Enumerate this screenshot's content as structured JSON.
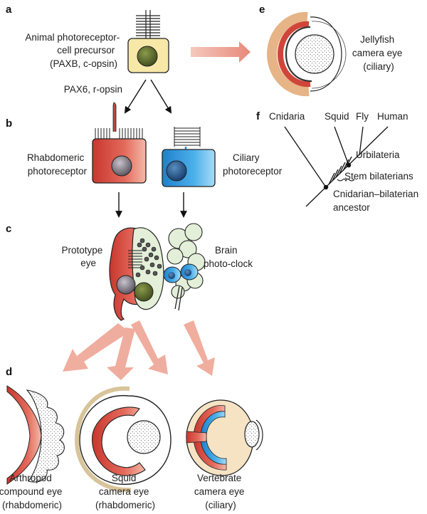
{
  "panels": {
    "a": {
      "letter": "a",
      "precursor_label": [
        "Animal photoreceptor-",
        "cell precursor",
        "(PAXB, c-opsin)"
      ],
      "branch_label": "PAX6, r-opsin"
    },
    "b": {
      "letter": "b",
      "rhabdomeric_label": [
        "Rhabdomeric",
        "photoreceptor"
      ],
      "ciliary_label": [
        "Ciliary",
        "photoreceptor"
      ]
    },
    "c": {
      "letter": "c",
      "prototype_label": [
        "Prototype",
        "eye"
      ],
      "brain_label": [
        "Brain",
        "photo-clock"
      ]
    },
    "d": {
      "letter": "d",
      "arthropod_label": [
        "Arthropod",
        "compound eye",
        "(rhabdomeric)"
      ],
      "squid_label": [
        "Squid",
        "camera eye",
        "(rhabdomeric)"
      ],
      "vertebrate_label": [
        "Vertebrate",
        "camera eye",
        "(ciliary)"
      ]
    },
    "e": {
      "letter": "e",
      "jellyfish_label": [
        "Jellyfish",
        "camera eye",
        "(ciliary)"
      ]
    },
    "f": {
      "letter": "f",
      "taxa": [
        "Cnidaria",
        "Squid",
        "Fly",
        "Human"
      ],
      "urbilateria": "Urbilateria",
      "stem_bilaterians": "Stem bilaterians",
      "ancestor_label": [
        "Cnidarian–bilaterian",
        "ancestor"
      ]
    }
  },
  "colors": {
    "rhabdomeric": "#d9433a",
    "ciliary": "#2d8fd6",
    "precursor": "#f7e8a8",
    "arrow_pink": "#eea595",
    "pale_green": "#e3efd8"
  }
}
